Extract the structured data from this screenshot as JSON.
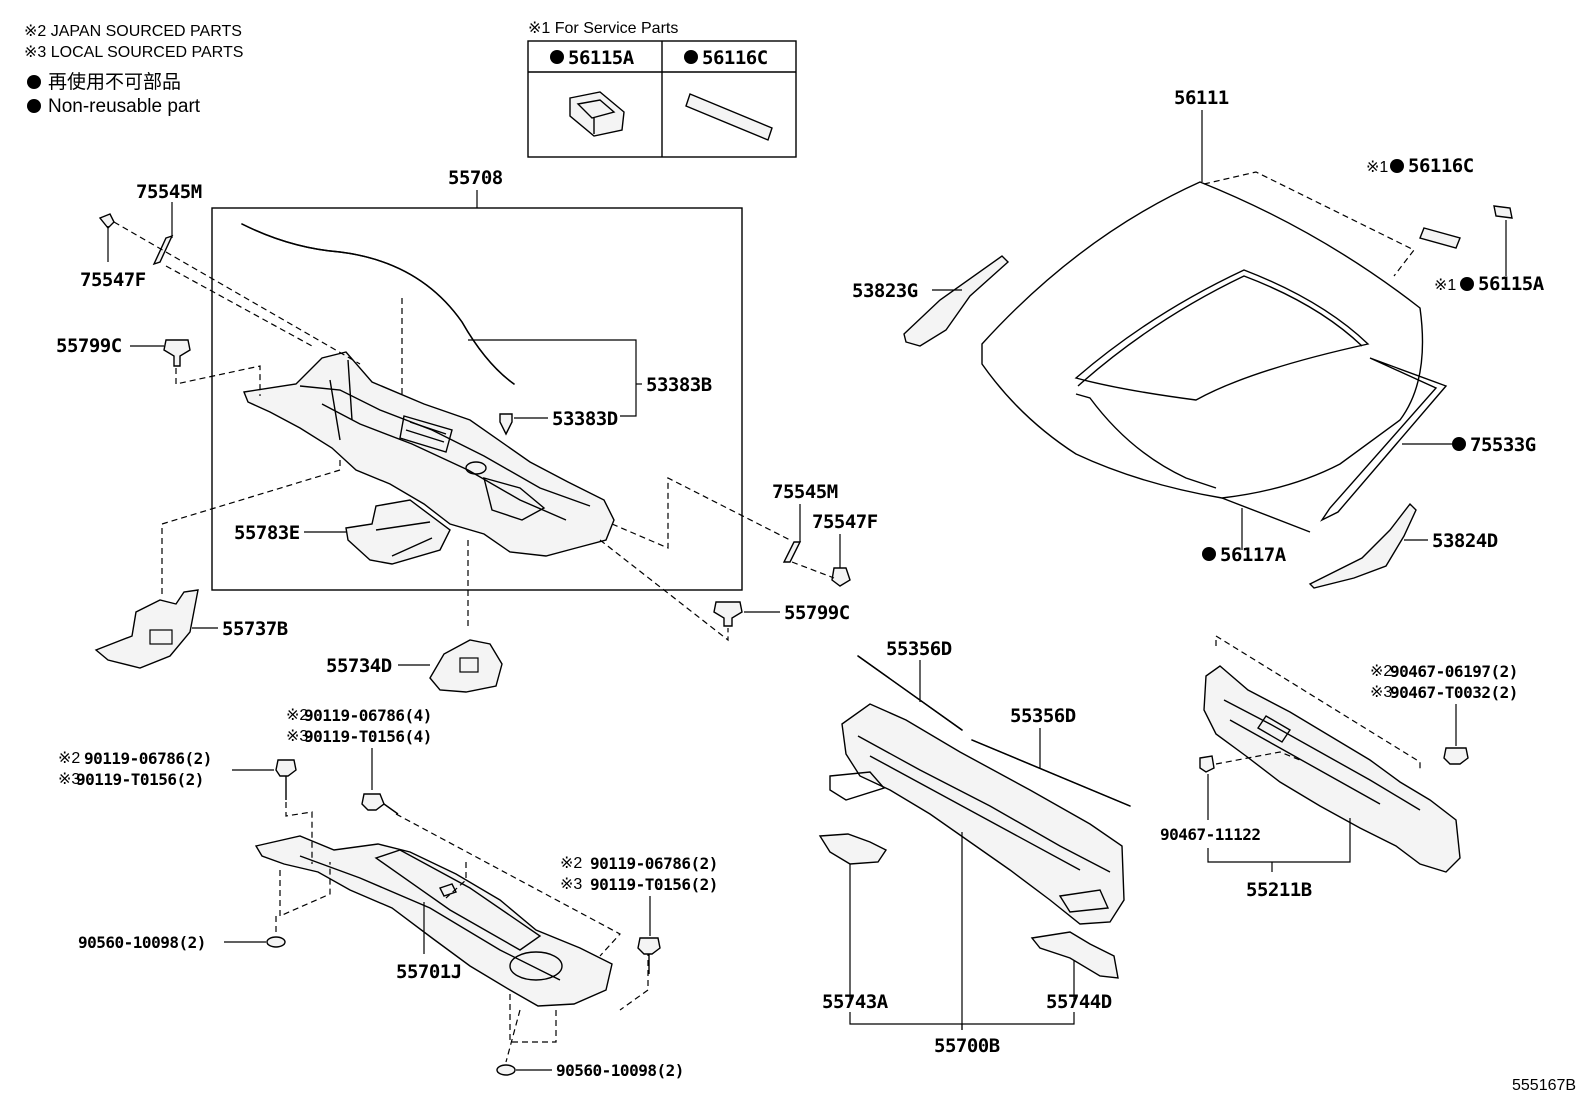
{
  "legend": {
    "note_japan": "※2 JAPAN SOURCED PARTS",
    "note_local": "※3 LOCAL SOURCED PARTS",
    "nonreusable_jp": "再使用不可部品",
    "nonreusable_en": "Non-reusable part"
  },
  "service_box": {
    "title": "※1 For Service Parts",
    "col1": "56115A",
    "col2": "56116C"
  },
  "labels": {
    "p55708": "55708",
    "p75545M_a": "75545M",
    "p75547F_a": "75547F",
    "p55799C_a": "55799C",
    "p53383B": "53383B",
    "p53383D": "53383D",
    "p75545M_b": "75545M",
    "p75547F_b": "75547F",
    "p55783E": "55783E",
    "p55737B": "55737B",
    "p55799C_b": "55799C",
    "p55734D": "55734D",
    "p56111": "56111",
    "p56116C_mark": "※1",
    "p56116C": "56116C",
    "p56115A_mark": "※1",
    "p56115A": "56115A",
    "p53823G": "53823G",
    "p75533G": "75533G",
    "p56117A": "56117A",
    "p53824D": "53824D",
    "p55356D_a": "55356D",
    "p55356D_b": "55356D",
    "b1_l1_mark": "※2",
    "b1_l1": "90119-06786(4)",
    "b1_l2_mark": "※3",
    "b1_l2": "90119-T0156(4)",
    "b2_l1_mark": "※2",
    "b2_l1": "90119-06786(2)",
    "b2_l2_mark": "※3",
    "b2_l2": "90119-T0156(2)",
    "b3_l1_mark": "※2",
    "b3_l1": "90119-06786(2)",
    "b3_l2_mark": "※3",
    "b3_l2": "90119-T0156(2)",
    "p90560_a": "90560-10098(2)",
    "p90560_b": "90560-10098(2)",
    "p55701J": "55701J",
    "p55743A": "55743A",
    "p55744D": "55744D",
    "p55700B": "55700B",
    "c_l1_mark": "※2",
    "c_l1": "90467-06197(2)",
    "c_l2_mark": "※3",
    "c_l2": "90467-T0032(2)",
    "p90467_11122": "90467-11122",
    "p55211B": "55211B",
    "diagram_id": "555167B"
  }
}
